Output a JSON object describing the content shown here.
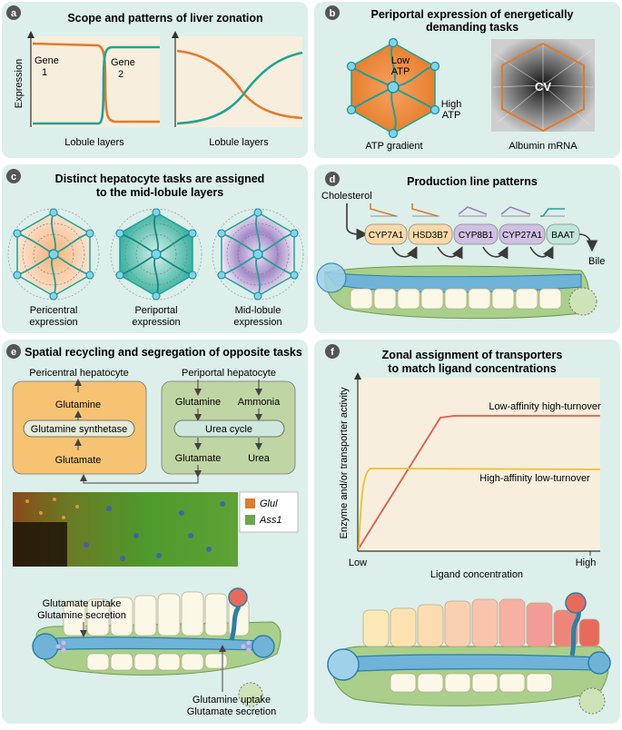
{
  "colors": {
    "panel_bg": "#dcefea",
    "orange": "#e07b2a",
    "teal": "#1fa394",
    "purple": "#9b7fc0",
    "red": "#e05b4b",
    "yellow": "#f0c030",
    "vessel": "#5ba8cf",
    "green_tissue": "#8fbf6a"
  },
  "panels": {
    "a": {
      "letter": "a",
      "title": "Scope and patterns of liver zonation",
      "ylabel": "Expression",
      "gene1_line1": "Gene",
      "gene1_line2": "1",
      "gene2_line1": "Gene",
      "gene2_line2": "2",
      "xlabel_left": "Lobule layers",
      "xlabel_right": "Lobule layers"
    },
    "b": {
      "letter": "b",
      "title_line1": "Periportal expression of energetically",
      "title_line2": "demanding tasks",
      "low_atp_1": "Low",
      "low_atp_2": "ATP",
      "high_atp_1": "High",
      "high_atp_2": "ATP",
      "cv": "CV",
      "caption_left": "ATP gradient",
      "caption_right": "Albumin mRNA"
    },
    "c": {
      "letter": "c",
      "title_line1": "Distinct hepatocyte tasks are assigned",
      "title_line2": "to the mid-lobule layers",
      "labels": [
        {
          "line1": "Pericentral",
          "line2": "expression"
        },
        {
          "line1": "Periportal",
          "line2": "expression"
        },
        {
          "line1": "Mid-lobule",
          "line2": "expression"
        }
      ]
    },
    "d": {
      "letter": "d",
      "title": "Production line patterns",
      "cholesterol": "Cholesterol",
      "enzymes": [
        "CYP7A1",
        "HSD3B7",
        "CYP8B1",
        "CYP27A1",
        "BAAT"
      ],
      "bile": "Bile"
    },
    "e": {
      "letter": "e",
      "title": "Spatial recycling and segregation of opposite tasks",
      "pericentral": "Pericentral hepatocyte",
      "periportal": "Periportal hepatocyte",
      "glutamine": "Glutamine",
      "glutamine_synthetase": "Glutamine synthetase",
      "glutamate": "Glutamate",
      "glutamine_r": "Glutamine",
      "ammonia": "Ammonia",
      "urea_cycle": "Urea cycle",
      "glutamate_r": "Glutamate",
      "urea": "Urea",
      "legend": [
        "Glul",
        "Ass1"
      ],
      "uptake_left_1": "Glutamate uptake",
      "uptake_left_2": "Glutamine secretion",
      "uptake_right_1": "Glutamine uptake",
      "uptake_right_2": "Glutamate secretion"
    },
    "f": {
      "letter": "f",
      "title_line1": "Zonal assignment of transporters",
      "title_line2": "to match ligand concentrations",
      "ylabel": "Enzyme and/or transporter activity",
      "xlabel": "Ligand concentration",
      "x_low": "Low",
      "x_high": "High",
      "series_low_affinity": "Low-affinity high-turnover",
      "series_high_affinity": "High-affinity low-turnover"
    }
  }
}
